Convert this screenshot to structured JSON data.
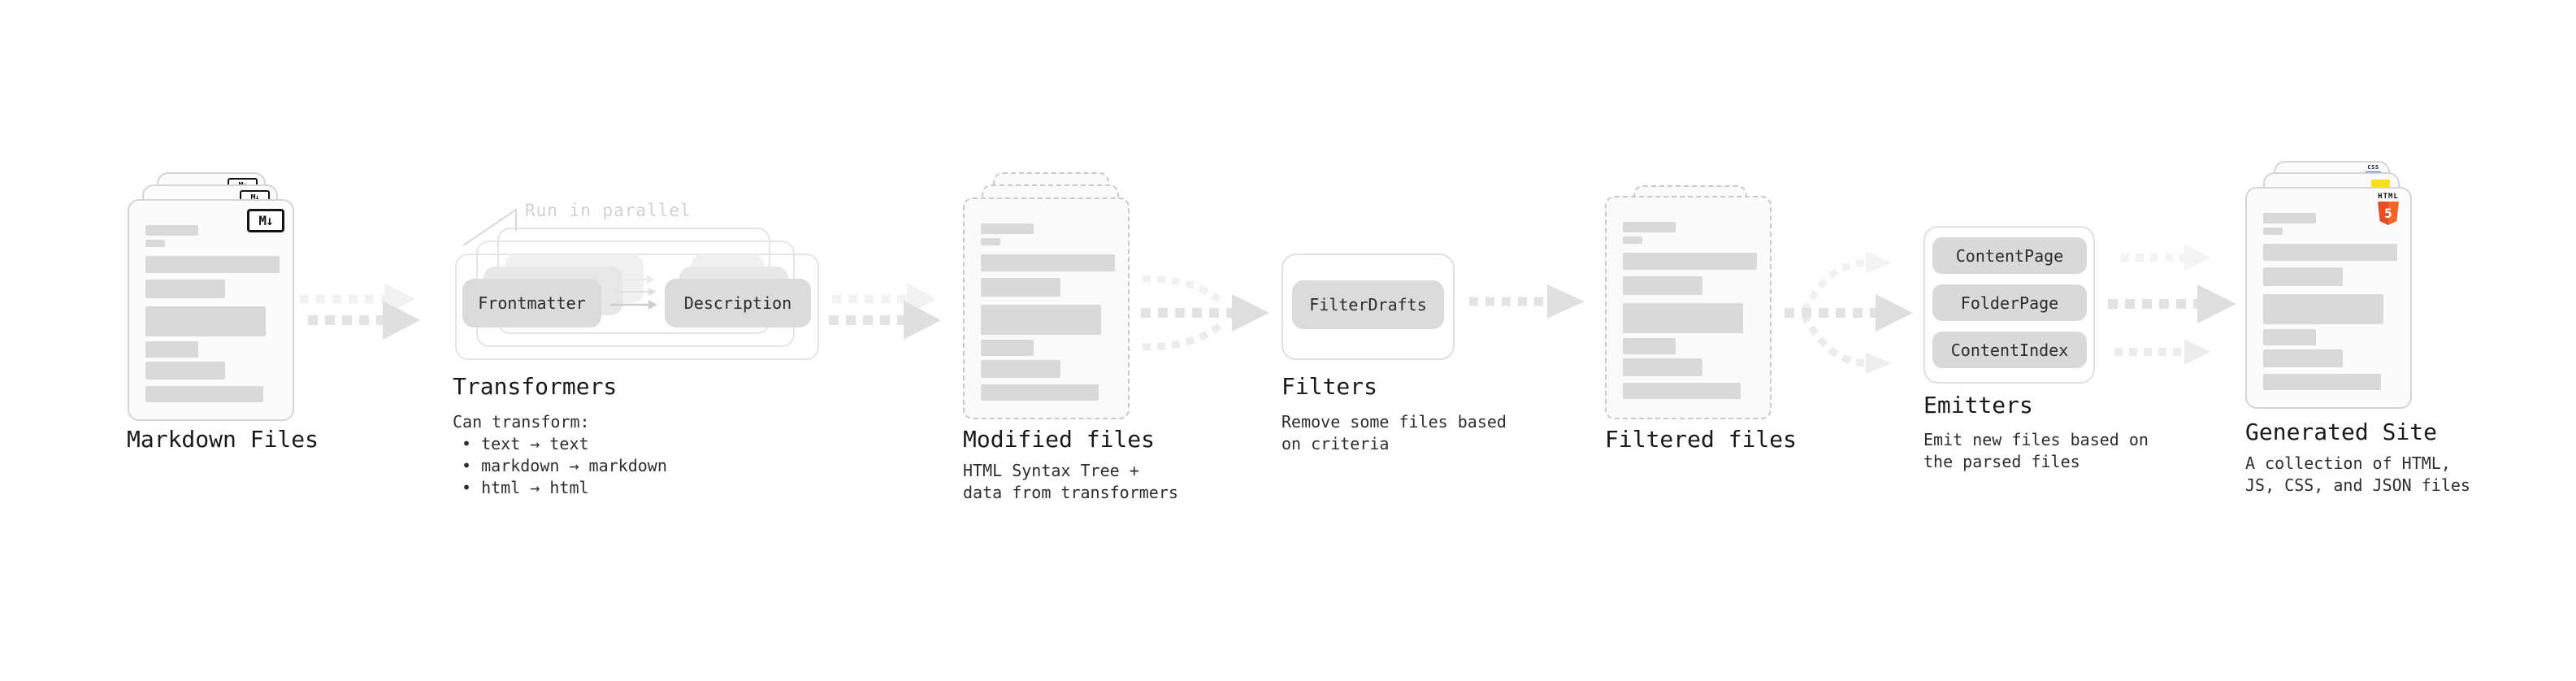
{
  "stages": {
    "markdown_files": {
      "label": "Markdown Files",
      "badge": "M↓"
    },
    "transformers": {
      "label": "Transformers",
      "annotation": "Run in parallel",
      "nodes": [
        "Frontmatter",
        "Description"
      ],
      "note_heading": "Can transform:",
      "note_bullets": [
        "• text → text",
        "• markdown → markdown",
        "• html → html"
      ]
    },
    "modified_files": {
      "label": "Modified files",
      "note_lines": [
        "HTML Syntax Tree +",
        "data from transformers"
      ]
    },
    "filters": {
      "label": "Filters",
      "nodes": [
        "FilterDrafts"
      ],
      "note_lines": [
        "Remove some files based",
        "on criteria"
      ]
    },
    "filtered_files": {
      "label": "Filtered files"
    },
    "emitters": {
      "label": "Emitters",
      "nodes": [
        "ContentPage",
        "FolderPage",
        "ContentIndex"
      ],
      "note_lines": [
        "Emit new files based on",
        "the parsed files"
      ]
    },
    "generated_site": {
      "label": "Generated Site",
      "note_lines": [
        "A collection of HTML,",
        "JS, CSS, and JSON files"
      ],
      "badges": {
        "html_word": "HTML",
        "html5": "5",
        "css": "CSS"
      }
    }
  },
  "colors": {
    "html_orange": "#e44d26",
    "html_orange_light": "#f16529",
    "js_yellow": "#f7df1e",
    "css_blue": "#2965f1",
    "bar_gray": "#d9d9d9",
    "node_gray": "#dbdbdb",
    "muted_annotation": "#d1d1d1"
  }
}
